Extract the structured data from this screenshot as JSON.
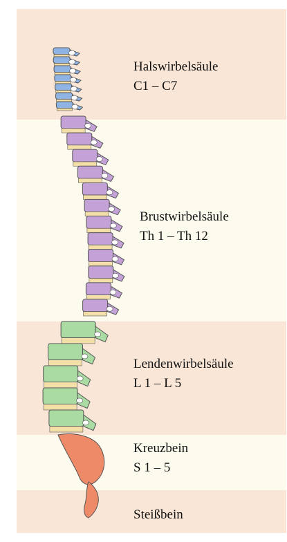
{
  "colors": {
    "band_peach": "#f9e6d6",
    "band_cream": "#fdfbee",
    "cervical": "#8fb4e3",
    "thoracic": "#c4a2d8",
    "lumbar": "#a9dba3",
    "sacrum": "#ef8a68",
    "disc": "#f5dfa8",
    "outline": "#555555"
  },
  "regions": [
    {
      "name": "Halswirbelsäule",
      "range": "C1 – C7",
      "count": 7,
      "color_key": "cervical"
    },
    {
      "name": "Brustwirbelsäule",
      "range": "Th 1 – Th 12",
      "count": 12,
      "color_key": "thoracic"
    },
    {
      "name": "Lendenwirbelsäule",
      "range": "L 1 – L 5",
      "count": 5,
      "color_key": "lumbar"
    },
    {
      "name": "Kreuzbein",
      "range": "S 1 – 5",
      "color_key": "sacrum"
    },
    {
      "name": "Steißbein",
      "range": "",
      "color_key": "sacrum"
    }
  ]
}
